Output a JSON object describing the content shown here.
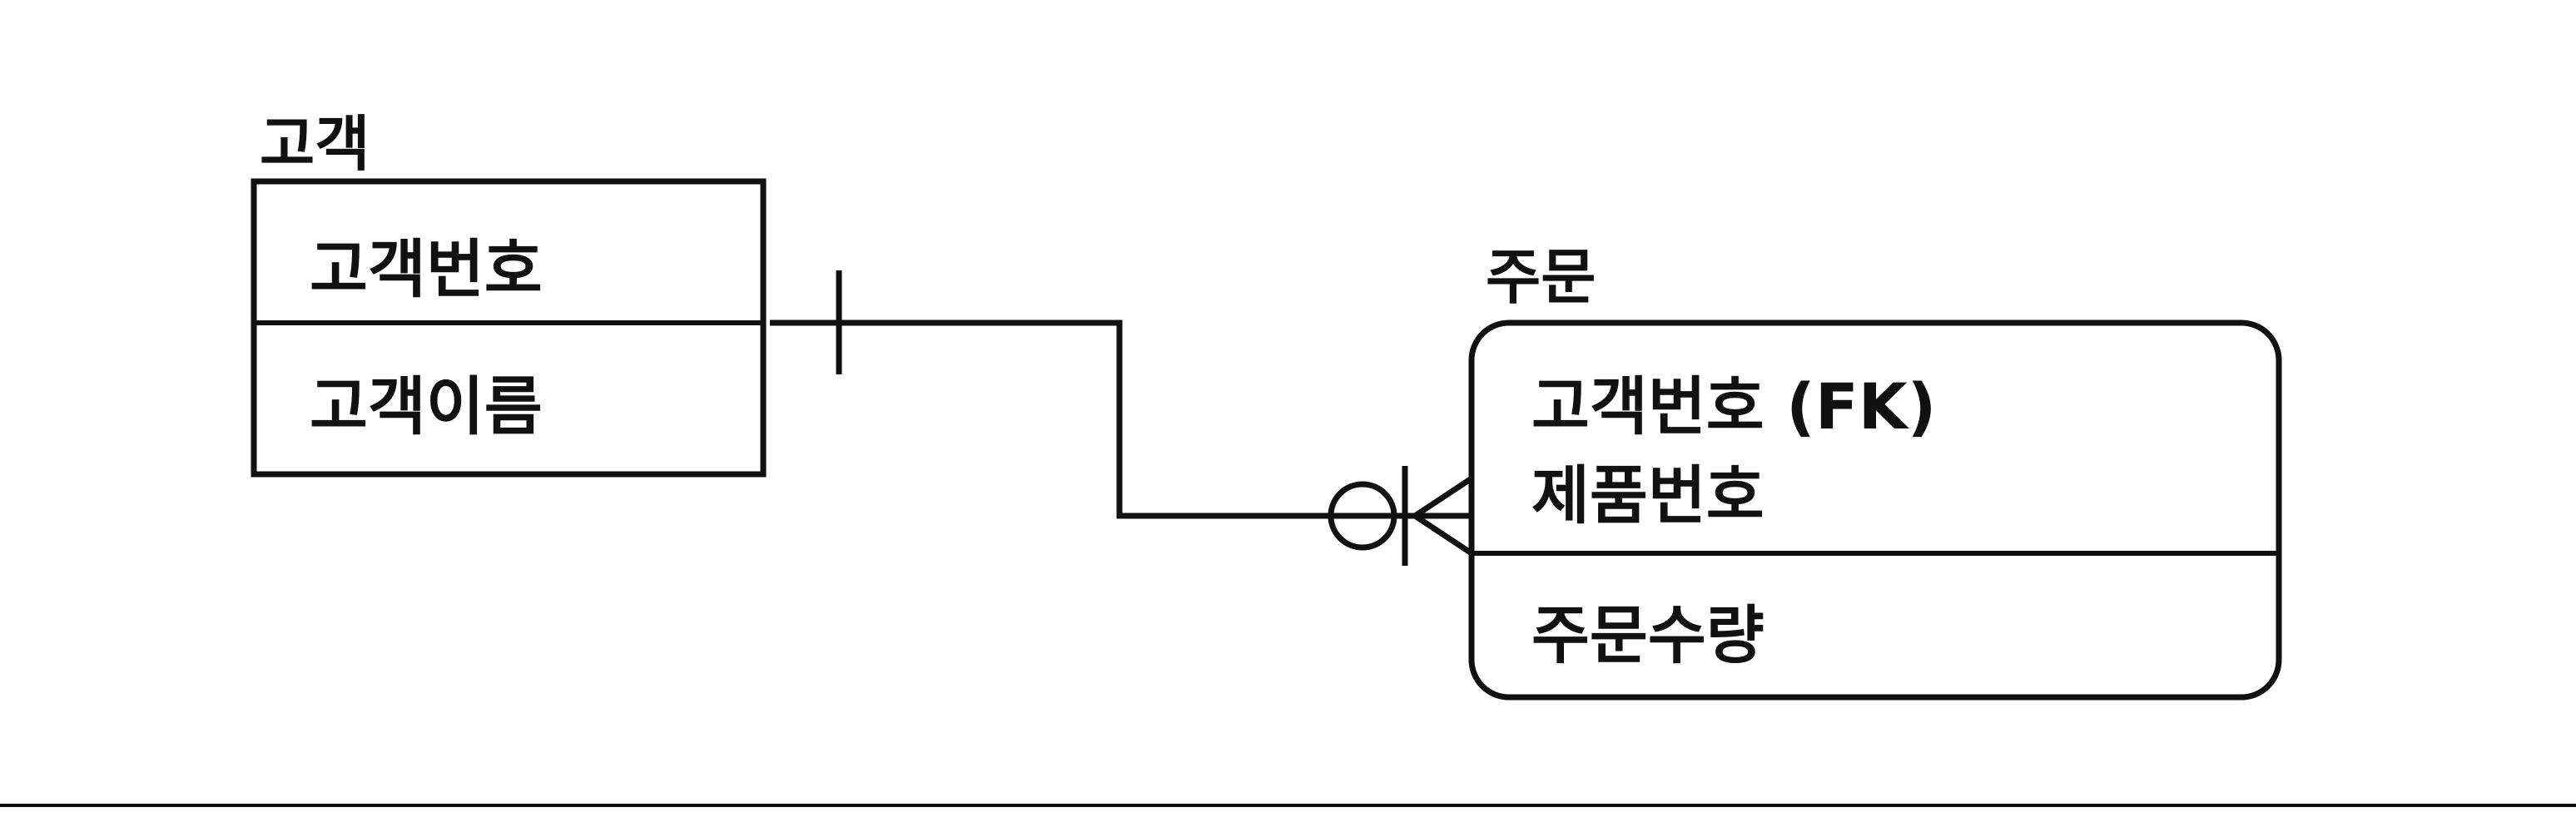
{
  "entities": {
    "customer": {
      "name": "고객",
      "key_attributes": [
        "고객번호"
      ],
      "attributes": [
        "고객이름"
      ]
    },
    "order": {
      "name": "주문",
      "key_attributes": [
        "고객번호 (FK)",
        "제품번호"
      ],
      "attributes": [
        "주문수량"
      ]
    }
  },
  "relationship": {
    "from": "고객",
    "to": "주문",
    "from_cardinality": "one",
    "to_cardinality": "zero-or-many"
  }
}
